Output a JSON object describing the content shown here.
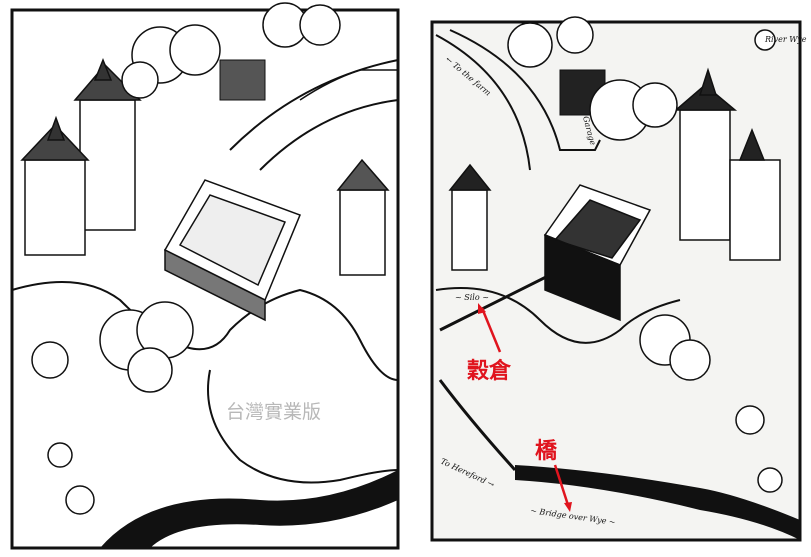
{
  "left_map": {
    "watermark": "台灣實業版"
  },
  "right_map": {
    "labels": {
      "to_farm": "← To the farm",
      "garage": "Garage",
      "river": "River Wye",
      "silo": "~ Silo ~",
      "to_hereford": "To Hereford →",
      "bridge": "~ Bridge over Wye ~"
    },
    "annotations": {
      "silo_cn": "穀倉",
      "bridge_cn": "橋"
    },
    "annotation_color": "#e0141e"
  }
}
